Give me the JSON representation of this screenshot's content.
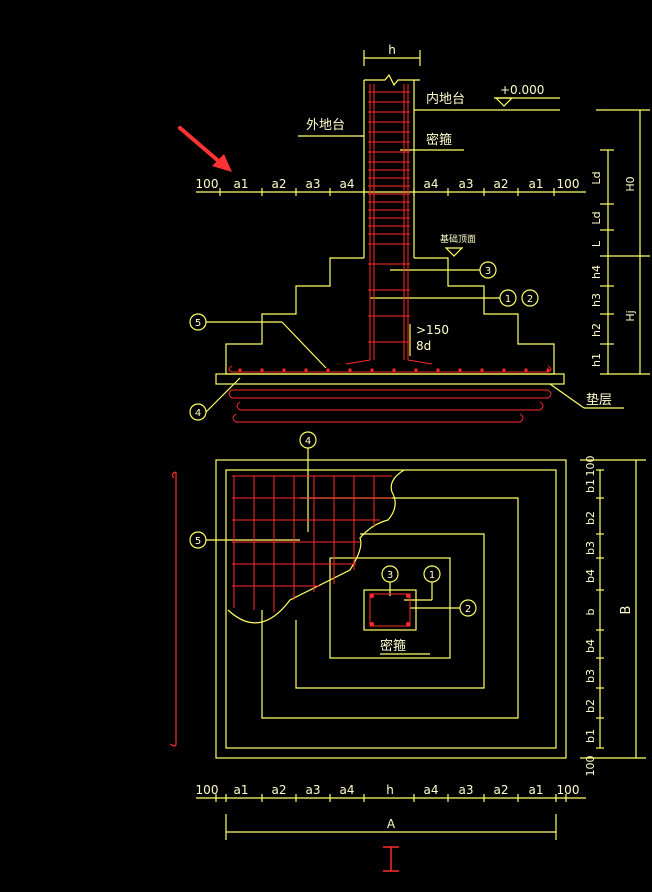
{
  "colors": {
    "background": "#000000",
    "outline": "#ffff66",
    "rebar": "#ff2a2a",
    "text": "#ffffcc",
    "arrow": "#ff3333"
  },
  "section": {
    "column_width_label": "h",
    "inner_ground_label": "内地台",
    "outer_ground_label": "外地台",
    "elevation_label": "+0.000",
    "stirrup_label": "密箍",
    "foundation_top_label": "基础顶面",
    "embed_label_1": ">150",
    "embed_label_2": "8d",
    "cushion_label": "垫层",
    "top_dims": [
      "100",
      "a1",
      "a2",
      "a3",
      "a4",
      "a4",
      "a3",
      "a2",
      "a1",
      "100"
    ],
    "right_dims_upper": [
      "Ld",
      "Ld",
      "L"
    ],
    "right_dims_lower": [
      "h4",
      "h3",
      "h2",
      "h1"
    ],
    "right_totals": [
      "H0",
      "Hj"
    ],
    "callouts": [
      "3",
      "1",
      "2",
      "5",
      "4"
    ]
  },
  "plan": {
    "stirrup_label": "密箍",
    "right_dims": [
      "100",
      "b1",
      "b2",
      "b3",
      "b4",
      "b",
      "b4",
      "b3",
      "b2",
      "b1",
      "100"
    ],
    "right_total": "B",
    "bottom_dims": [
      "100",
      "a1",
      "a2",
      "a3",
      "a4",
      "h",
      "a4",
      "a3",
      "a2",
      "a1",
      "100"
    ],
    "bottom_total": "A",
    "callouts": [
      "4",
      "5",
      "3",
      "1",
      "2"
    ]
  },
  "section_mark": "I"
}
